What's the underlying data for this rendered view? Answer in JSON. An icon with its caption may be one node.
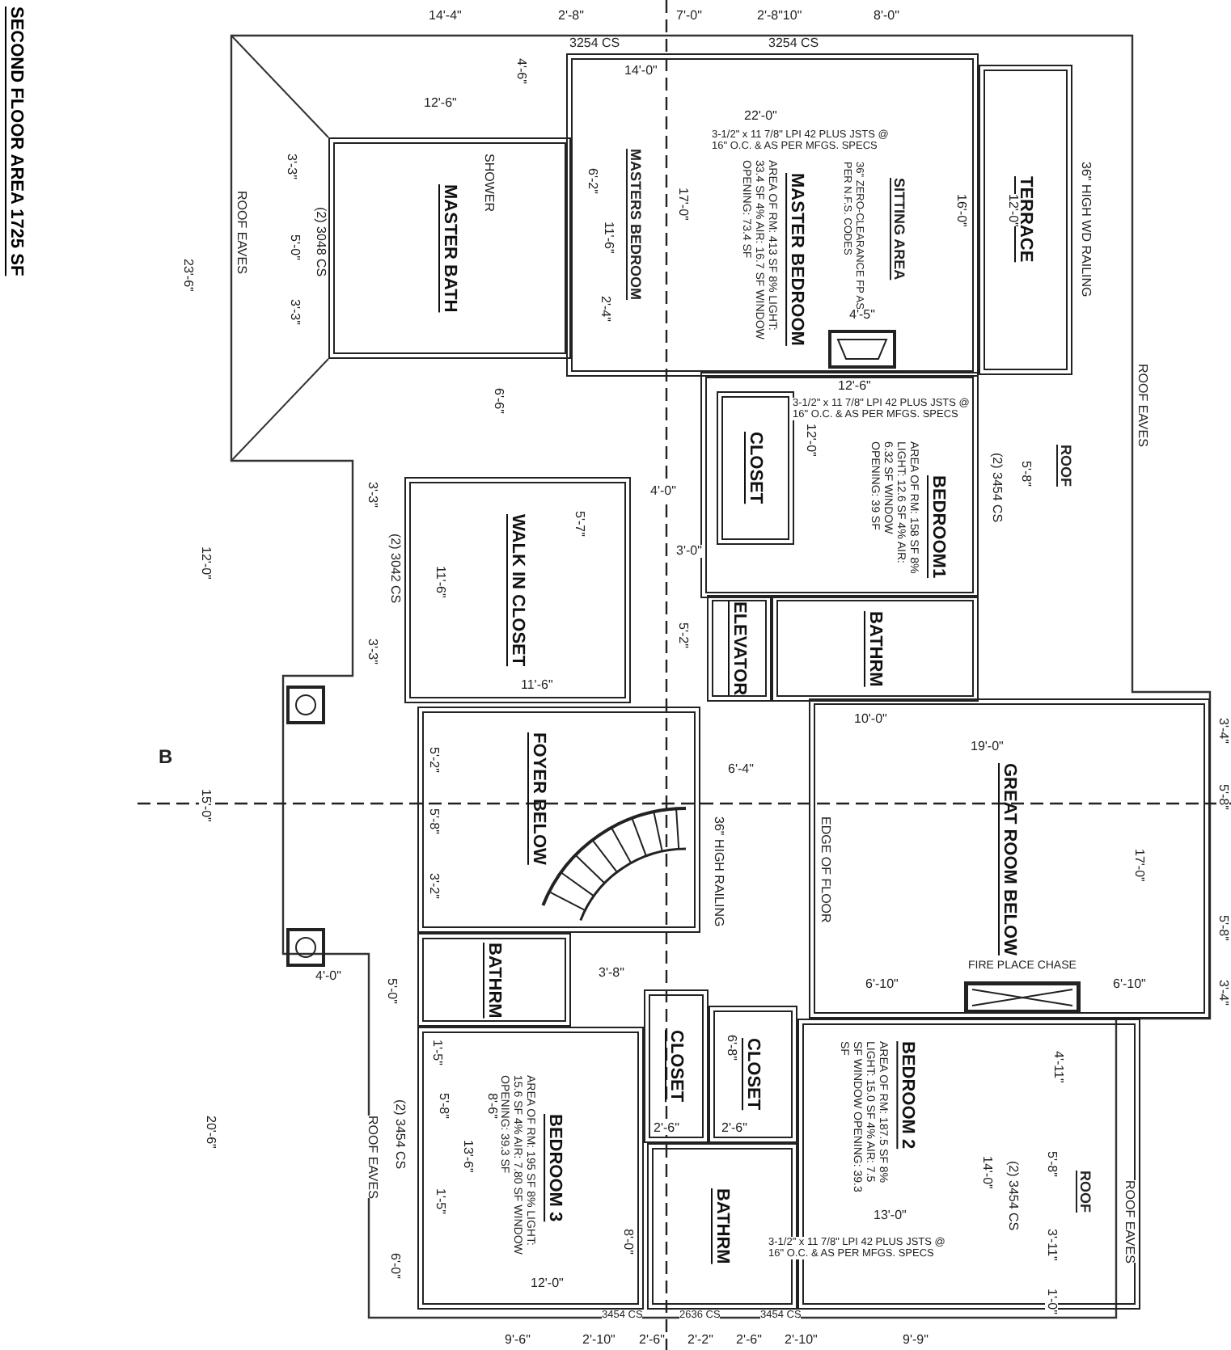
{
  "diagram": {
    "title": "SECOND FLOOR AREA 1725 SF",
    "nodes": [
      {
        "text": [
          "MASTER BATH"
        ]
      },
      {
        "text": [
          "MASTER BEDROOM",
          "AREA OF RM: 413 SF 8% LIGHT: 33.4 SF 4% AIR: 16.7 SF WINDOW OPENING: 73.4 SF"
        ]
      },
      {
        "text": [
          "TERRACE"
        ]
      },
      {
        "text": [
          "BEDROOM1",
          "AREA OF RM: 158 SF 8% LIGHT: 12.6 SF 4% AIR: 6.32 SF WINDOW OPENING: 39 SF"
        ]
      },
      {
        "text": [
          "CLOSET"
        ],
        "in": 3
      },
      {
        "text": [
          "ELEVATOR"
        ]
      },
      {
        "text": [
          "BATHRM"
        ]
      },
      {
        "text": [
          "WALK IN CLOSET"
        ]
      },
      {
        "text": [
          "FOYER BELOW"
        ]
      },
      {
        "text": [
          "GREAT ROOM BELOW"
        ]
      },
      {
        "text": [
          "FIRE PLACE CHASE"
        ],
        "in": 9
      },
      {
        "text": [
          "BATHRM"
        ]
      },
      {
        "text": [
          "BEDROOM 3",
          "AREA OF RM: 195 SF 8% LIGHT: 15.6 SF 4% AIR: 7.80 SF WINDOW OPENING: 39.3 SF"
        ]
      },
      {
        "text": [
          "CLOSET"
        ]
      },
      {
        "text": [
          "CLOSET"
        ]
      },
      {
        "text": [
          "BEDROOM 2",
          "AREA OF RM: 187.5 SF 8% LIGHT: 15.0 SF 4% AIR: 7.5 SF WINDOW OPENING: 39.3 SF"
        ]
      },
      {
        "text": [
          "BATHRM"
        ]
      }
    ],
    "labels": [
      "14'-4\"",
      "2'-8\"",
      "7'-0\"",
      "2'-8\"10\"",
      "8'-0\"",
      "12'-6\"",
      "4'-6\"",
      "3'-3\"",
      "5'-0\"",
      "3'-3\"",
      "(2) 3048 CS",
      "23'-6\"",
      "ROOF EAVES",
      "SHOWER",
      "6'-2\"",
      "2'-4\"",
      "6'-6\"",
      "MASTERS BEDROOM",
      "11'-6\"",
      "17'-0\"",
      "14'-0\"",
      "3254 CS",
      "3254 CS",
      "22'-0\"",
      "3-1/2\" x 11 7/8\" LPI 42 PLUS JSTS @ 16\" O.C. & AS PER MFGS. SPECS",
      "SITTING AREA",
      "36\" ZERO-CLEARANCE FP AS PER N.F.S. CODES",
      "16'-0\"",
      "12'-0\"",
      "36\" HIGH WD RAILING",
      "4'-5\"",
      "12'-6\"",
      "ROOF EAVES",
      "ROOF",
      "5'-8\"",
      "12'-0\"",
      "4'-0\"",
      "3'-0\"",
      "5'-2\"",
      "6'-4\"",
      "10'-0\"",
      "19'-0\"",
      "17'-0\"",
      "3'-4\"",
      "5'-8\"",
      "5'-8\"",
      "3'-4\"",
      "36\" HIGH RAILING",
      "EDGE OF FLOOR",
      "B",
      "12'-0\"",
      "15'-0\"",
      "3'-3\"",
      "3'-3\"",
      "(2) 3042 CS",
      "11'-6\"",
      "11'-6\"",
      "5'-7\"",
      "5'-2\"",
      "5'-8\"",
      "3'-2\"",
      "4'-0\"",
      "5'-0\"",
      "20'-6\"",
      "ROOF EAVES",
      "(2) 3454 CS",
      "1'-5\"",
      "5'-8\"",
      "8'-6\"",
      "13'-6\"",
      "1'-5\"",
      "6'-0\"",
      "12'-0\"",
      "3'-8\"",
      "6'-8\"",
      "2'-6\"",
      "2'-6\"",
      "8'-0\"",
      "6'-10\"",
      "6'-10\"",
      "4'-11\"",
      "14'-0\"",
      "(2) 3454 CS",
      "5'-8\"",
      "ROOF",
      "3'-11\"",
      "ROOF EAVES",
      "13'-0\"",
      "3-1/2\" x 11 7/8\" LPI 42 PLUS JSTS @ 16\" O.C. & AS PER MFGS. SPECS",
      "1'-0\"",
      "9'-6\"",
      "2'-10\"",
      "2'-6\"",
      "2'-2\"",
      "2'-6\"",
      "2'-10\"",
      "9'-9\"",
      "3454 CS",
      "2636 CS",
      "3454 CS",
      "3-1/2\" x 11 7/8\" LPI 42 PLUS JSTS @ 16\" O.C. & AS PER MFGS. SPECS",
      "(2) 3454 CS"
    ]
  }
}
